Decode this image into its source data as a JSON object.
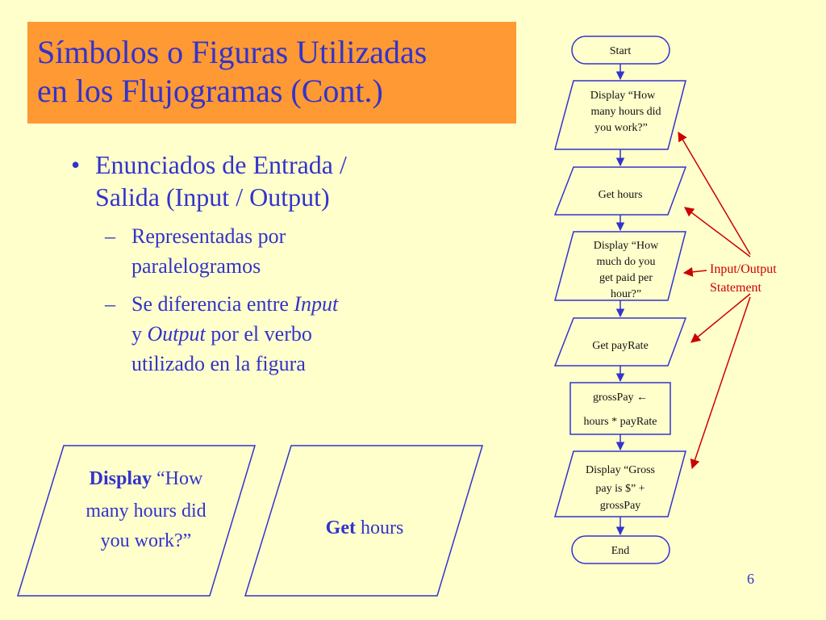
{
  "title": {
    "line1": "Símbolos o Figuras Utilizadas",
    "line2": "en los Flujogramas (Cont.)"
  },
  "bullets": {
    "main": [
      "Enunciados de Entrada /",
      "Salida (Input / Output)"
    ],
    "sub1": [
      "Representadas por",
      "paralelogramos"
    ],
    "sub2": {
      "line1_pre": "Se diferencia entre ",
      "line1_em": "Input",
      "line2_pre": "y ",
      "line2_em": "Output",
      "line2_post": " por el verbo",
      "line3": "utilizado en la figura"
    }
  },
  "examples": {
    "display": {
      "bold": "Display",
      "rest1": " “How",
      "line2": "many hours did",
      "line3": "you work?”"
    },
    "get": {
      "bold": "Get",
      "rest": " hours"
    }
  },
  "flowchart": {
    "start": "Start",
    "display_hours": [
      "Display  “How",
      "many hours did",
      "you work?”"
    ],
    "get_hours": "Get  hours",
    "display_pay": [
      "Display  “How",
      "much do you",
      "get paid per",
      "hour?”"
    ],
    "get_payrate": "Get  payRate",
    "assign": [
      "grossPay ←",
      "hours * payRate"
    ],
    "display_gross": [
      "Display  “Gross",
      "pay is $” +",
      "grossPay"
    ],
    "end": "End"
  },
  "annotation": [
    "Input/Output",
    "Statement"
  ],
  "page_number": "6",
  "colors": {
    "background": "#FFFFCC",
    "title_box": "#FF9933",
    "text": "#3333CC",
    "arrow": "#CC0000"
  }
}
